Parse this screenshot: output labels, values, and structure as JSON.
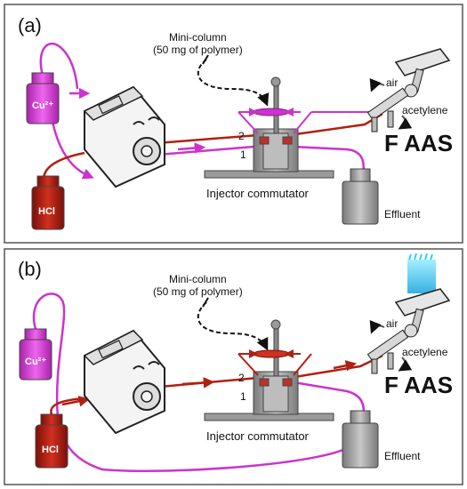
{
  "panels": [
    {
      "label": "(a)",
      "column_label_line1": "Mini-column",
      "column_label_line2": "(50 mg of polymer)",
      "bottle_top": "Cu²⁺",
      "bottle_bottom": "HCl",
      "air_label": "air",
      "acetylene_label": "acetylene",
      "instrument": "F AAS",
      "commutator_label": "Injector commutator",
      "effluent_label": "Effluent",
      "port_2": "2",
      "port_1": "1"
    },
    {
      "label": "(b)",
      "column_label_line1": "Mini-column",
      "column_label_line2": "(50 mg of polymer)",
      "bottle_top": "Cu²⁺",
      "bottle_bottom": "HCl",
      "air_label": "air",
      "acetylene_label": "acetylene",
      "instrument": "F AAS",
      "commutator_label": "Injector commutator",
      "effluent_label": "Effluent",
      "port_2": "2",
      "port_1": "1"
    }
  ],
  "colors": {
    "magenta": "#cc33cc",
    "dark_red": "#b02010",
    "flame": "#33ccff"
  }
}
